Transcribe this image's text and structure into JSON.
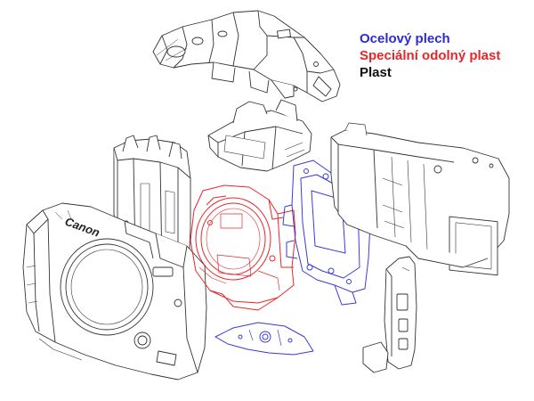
{
  "legend": {
    "items": [
      {
        "label": "Ocelový plech",
        "color": "#2b2bd9"
      },
      {
        "label": "Speciální odolný plast",
        "color": "#e8262a"
      },
      {
        "label": "Plast",
        "color": "#111111"
      }
    ]
  },
  "body_logo": "Canon",
  "colors": {
    "steel": "#3a3ad8",
    "special_plastic": "#e8262a",
    "plastic": "#333333",
    "background": "#ffffff"
  }
}
